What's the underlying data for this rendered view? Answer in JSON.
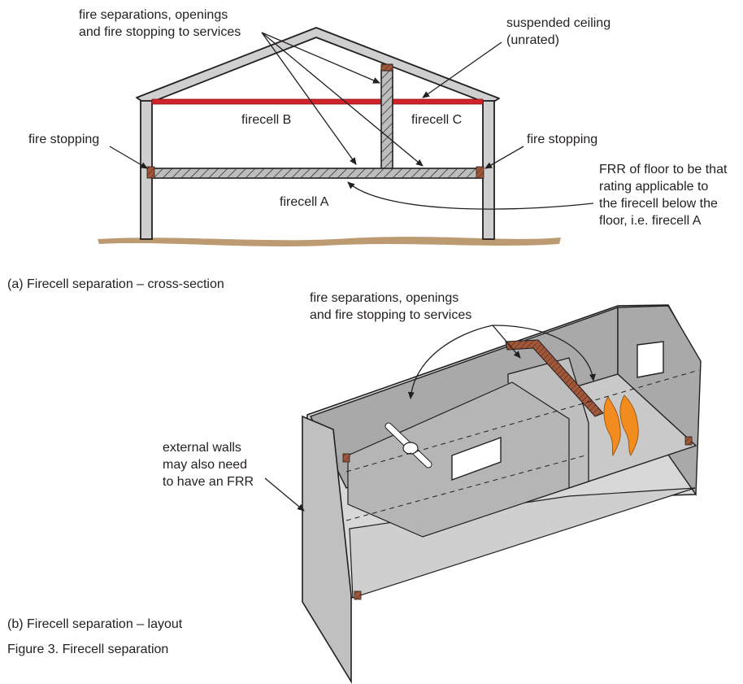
{
  "part_a": {
    "label_services": [
      "fire separations, openings",
      "and fire stopping to services"
    ],
    "label_ceiling": [
      "suspended ceiling",
      "(unrated)"
    ],
    "label_fire_stopping_left": "fire stopping",
    "label_fire_stopping_right": "fire stopping",
    "firecell_b": "firecell B",
    "firecell_c": "firecell C",
    "firecell_a": "firecell A",
    "label_frr": [
      "FRR of floor to be that",
      "rating applicable to",
      "the firecell below the",
      "floor, i.e. firecell A"
    ],
    "caption": "(a) Firecell separation – cross-section"
  },
  "part_b": {
    "label_services": [
      "fire separations, openings",
      "and fire stopping to services"
    ],
    "label_external": [
      "external walls",
      "may also need",
      "to have an FRR"
    ],
    "caption": "(b) Firecell separation – layout"
  },
  "figure_caption": "Figure 3. Firecell separation",
  "colors": {
    "wall_grey": "#c8c8c8",
    "ceiling_red": "#d2232a",
    "fire_stop_brown": "#8b4a2b",
    "ground_brown": "#b08a5a",
    "flame_orange": "#f28c1e"
  }
}
